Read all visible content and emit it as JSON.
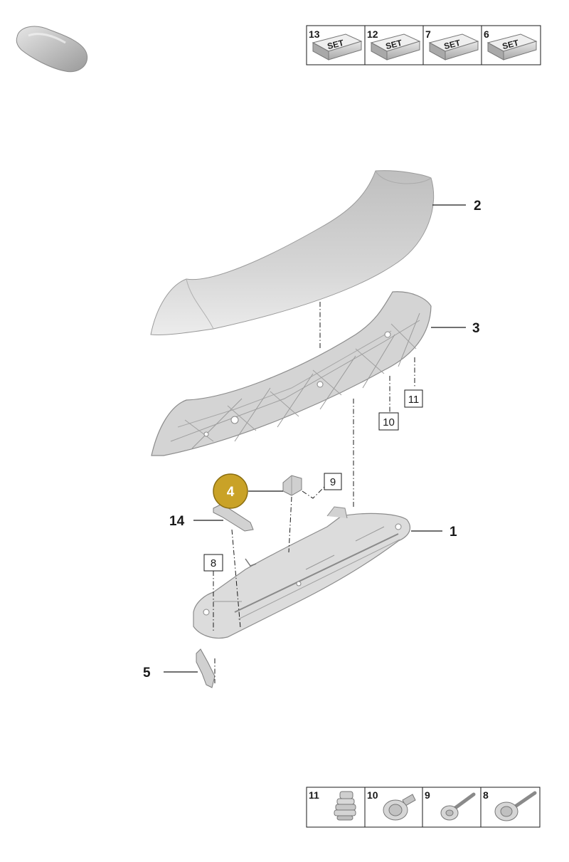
{
  "colors": {
    "highlight_fill": "#c9a227",
    "highlight_stroke": "#8a6d10",
    "part_fill": "#d9d9d9",
    "part_stroke": "#8c8c8c",
    "line": "#1a1a1a"
  },
  "set_panel": {
    "label": "SET",
    "items": [
      {
        "num": "13"
      },
      {
        "num": "12"
      },
      {
        "num": "7"
      },
      {
        "num": "6"
      }
    ]
  },
  "hardware_panel": {
    "items": [
      {
        "num": "11",
        "icon": "clip-icon"
      },
      {
        "num": "10",
        "icon": "flange-screw-icon"
      },
      {
        "num": "9",
        "icon": "bolt-icon"
      },
      {
        "num": "8",
        "icon": "washer-bolt-icon"
      }
    ]
  },
  "callouts": {
    "c2": "2",
    "c3": "3",
    "c1": "1",
    "c14": "14",
    "c5": "5",
    "c4": "4"
  },
  "boxed_refs": {
    "b11": "11",
    "b10": "10",
    "b9": "9",
    "b8": "8"
  }
}
